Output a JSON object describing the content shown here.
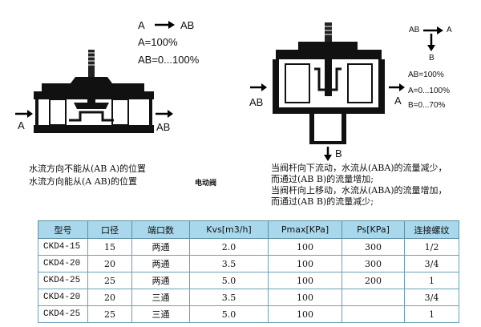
{
  "left_diagram": {
    "flow_line": {
      "from": "A",
      "to": "AB"
    },
    "ratio_a": "A=100%",
    "ratio_ab": "AB=0...100%",
    "port_in": "A",
    "port_out": "AB",
    "note_1": "水流方向不能从(AB A)的位置",
    "note_2": "水流方向能从(A AB)的位置"
  },
  "center_label": "电动阀",
  "right_diagram": {
    "flow_ab": "AB",
    "flow_a": "A",
    "flow_b": "B",
    "ratio_ab": "AB=100%",
    "ratio_a": "A=0...100%",
    "ratio_b": "B=0...70%",
    "port_left": "AB",
    "port_right": "A",
    "port_bottom": "B",
    "desc_1": "当阀杆向下流动，水流从(ABA)的流量减少，",
    "desc_2": "而通过(AB B)的流量增加;",
    "desc_3": "当阀杆向上移动，水流从(ABA)的流量增加，",
    "desc_4": "而通过(AB B)的流量减少;"
  },
  "table": {
    "headers": [
      "型号",
      "口径",
      "端口数",
      "Kvs[m3/h]",
      "Pmax[KPa]",
      "Ps[KPa]",
      "连接螺纹"
    ],
    "rows": [
      [
        "CKD4-15",
        "15",
        "两通",
        "2.0",
        "100",
        "300",
        "1/2"
      ],
      [
        "CKD4-20",
        "20",
        "两通",
        "3.5",
        "100",
        "300",
        "3/4"
      ],
      [
        "CKD4-25",
        "25",
        "两通",
        "5.0",
        "100",
        "200",
        "1"
      ],
      [
        "CKD4-20",
        "20",
        "三通",
        "3.5",
        "100",
        "",
        "3/4"
      ],
      [
        "CKD4-25",
        "25",
        "三通",
        "5.0",
        "100",
        "",
        "1"
      ]
    ]
  }
}
